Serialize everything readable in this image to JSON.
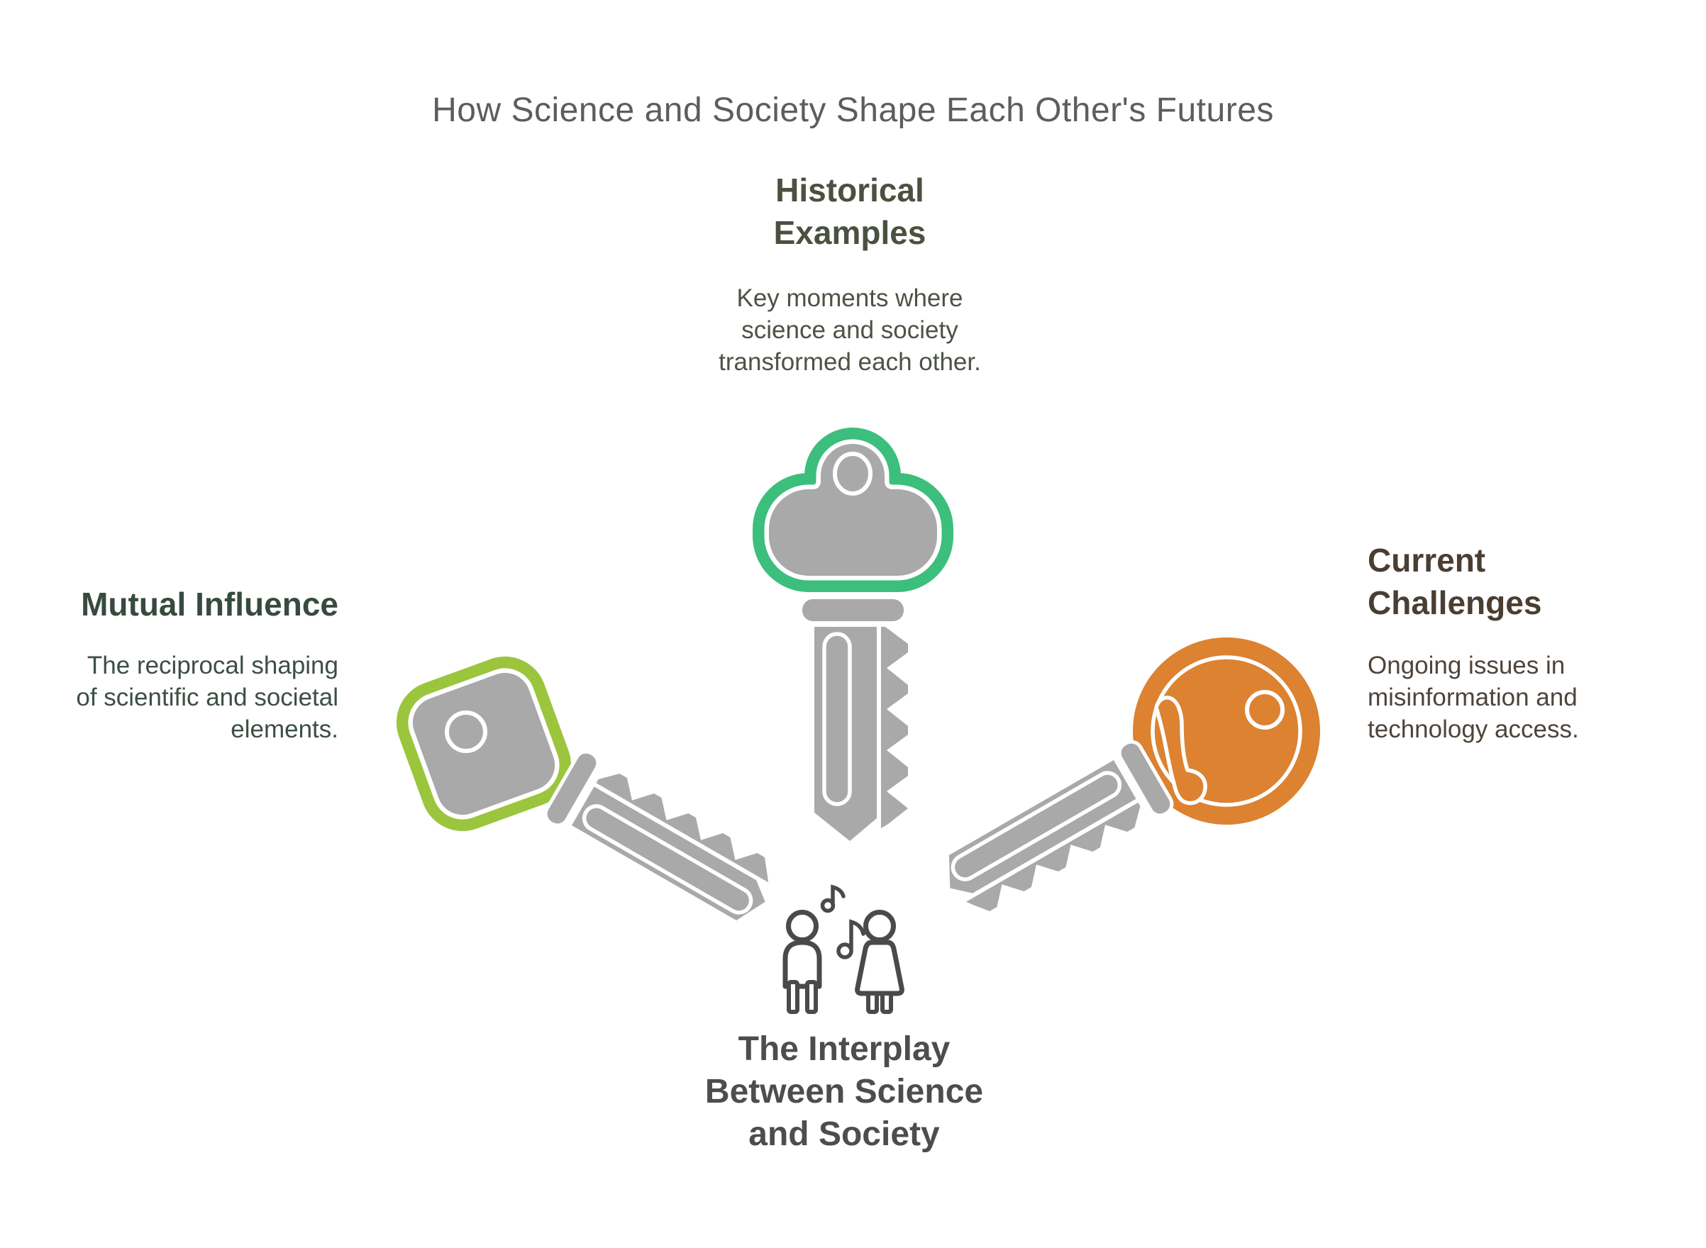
{
  "title": "How Science and Society Shape Each Other's Futures",
  "colors": {
    "background": "#FFFFFF",
    "title_text": "#5B5D5E",
    "key_gray": "#A9A9A9",
    "key_outline_white": "#FFFFFF",
    "emerald": "#3CBE7D",
    "lime": "#9BC53D",
    "orange": "#DC8231",
    "historical_heading": "#4A513F",
    "historical_body": "#4C5344",
    "mutual_heading": "#374A3E",
    "mutual_body": "#3D4F44",
    "current_heading": "#4A3E32",
    "current_body": "#4F443A",
    "center_heading": "#4D4D4D",
    "people_icon_stroke": "#4A4A4A"
  },
  "nodes": {
    "historical": {
      "heading": "Historical\nExamples",
      "description": "Key moments where\nscience and society\ntransformed each other.",
      "icon": "key-icon",
      "accent_color": "#3CBE7D"
    },
    "mutual": {
      "heading": "Mutual Influence",
      "description": "The reciprocal shaping\nof scientific and societal\nelements.",
      "icon": "key-icon",
      "accent_color": "#9BC53D"
    },
    "current": {
      "heading": "Current\nChallenges",
      "description": "Ongoing issues in\nmisinformation and\ntechnology access.",
      "icon": "key-icon",
      "accent_color": "#DC8231"
    },
    "center": {
      "heading": "The Interplay\nBetween Science\nand Society",
      "icon": "people-singing-icon"
    }
  }
}
